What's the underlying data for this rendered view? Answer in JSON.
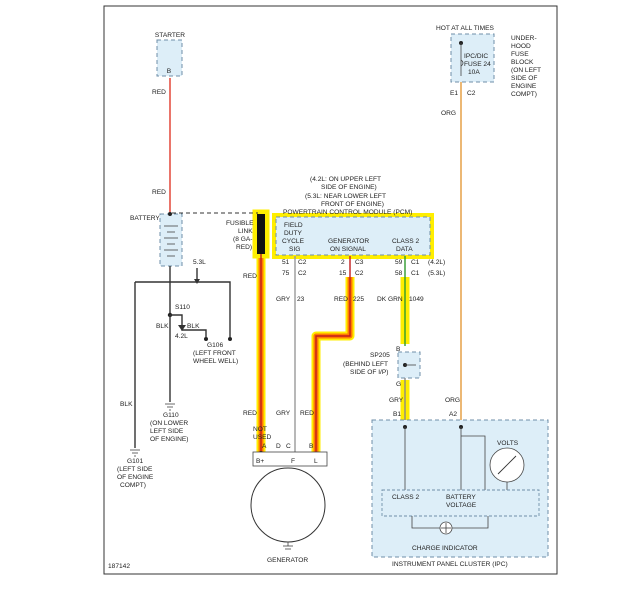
{
  "diagram_id": "187142",
  "starter": {
    "title": "STARTER",
    "pin": "B",
    "wire_color": "RED"
  },
  "battery": {
    "title": "BATTERY",
    "wire_color": "RED"
  },
  "fusible_link": {
    "lines": [
      "FUSIBLE",
      "LINK",
      "(8 GA-",
      "RED)"
    ],
    "wire_color": "RED"
  },
  "underhood": {
    "hot_label": "HOT AT ALL TIMES",
    "title_lines": [
      "UNDER-",
      "HOOD",
      "FUSE",
      "BLOCK",
      "(ON LEFT",
      "SIDE OF",
      "ENGINE",
      "COMPT)"
    ],
    "fuse_lines": [
      "IPC/DIC",
      "FUSE 24",
      "10A"
    ],
    "pin": "E1",
    "connector": "C2",
    "wire_color": "ORG"
  },
  "pcm": {
    "note_lines": [
      "(4.2L: ON UPPER LEFT",
      "SIDE OF ENGINE)",
      "(5.3L: NEAR LOWER LEFT",
      "FRONT OF ENGINE)",
      "POWERTRAIN CONTROL MODULE (PCM)"
    ],
    "field_lines": [
      "FIELD",
      "DUTY",
      "CYCLE",
      "SIG"
    ],
    "gen_lines": [
      "GENERATOR",
      "ON SIGNAL"
    ],
    "class2_lines": [
      "CLASS 2",
      "DATA"
    ],
    "pin1_42": "51",
    "conn1_42": "C2",
    "pin1_53": "75",
    "conn1_53": "C2",
    "pin2_42": "2",
    "conn2_42": "C3",
    "pin2_53": "15",
    "conn2_53": "C2",
    "pin3_42": "59",
    "conn3_42": "C1",
    "pin3_53": "58",
    "conn3_53": "C1",
    "label_42": "(4.2L)",
    "label_53": "(5.3L)"
  },
  "wires": {
    "gry23": "GRY",
    "gry23_num": "23",
    "red225": "RED",
    "red225_num": "225",
    "dkgrn": "DK GRN",
    "dkgrn_num": "1049",
    "gry_lower": "GRY",
    "red_lower": "RED",
    "red_left": "RED",
    "gry_ipc": "GRY",
    "org_ipc": "ORG",
    "blk_s110a": "BLK",
    "blk_s110b": "BLK",
    "blk_g101": "BLK"
  },
  "grounds": {
    "s110": "S110",
    "var_53": "5.3L",
    "var_42": "4.2L",
    "g106_lines": [
      "G106",
      "(LEFT FRONT",
      "WHEEL WELL)"
    ],
    "g110_lines": [
      "G110",
      "(ON LOWER",
      "LEFT SIDE",
      "OF ENGINE)"
    ],
    "g101_lines": [
      "G101",
      "(LEFT SIDE",
      "OF ENGINE",
      "COMPT)"
    ]
  },
  "splice": {
    "name": "SP205",
    "loc_lines": [
      "(BEHIND LEFT",
      "SIDE OF I/P)"
    ],
    "pin_b": "B",
    "pin_g": "G"
  },
  "generator": {
    "title": "GENERATOR",
    "not_used": [
      "NOT",
      "USED"
    ],
    "pins": [
      "A",
      "D",
      "C",
      "B"
    ],
    "terms": [
      "B+",
      "F",
      "L"
    ]
  },
  "ipc": {
    "title": "INSTRUMENT PANEL CLUSTER (IPC)",
    "pin_b1": "B1",
    "pin_a2": "A2",
    "volts": "VOLTS",
    "class2": "CLASS 2",
    "batt_lines": [
      "BATTERY",
      "VOLTAGE"
    ],
    "charge": "CHARGE INDICATOR"
  }
}
